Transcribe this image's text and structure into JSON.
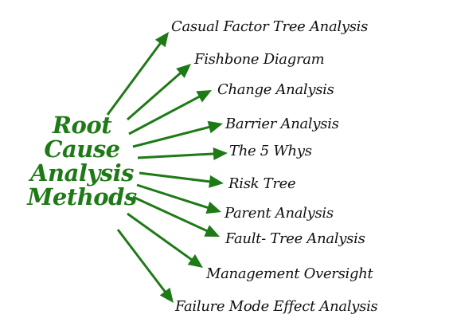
{
  "center": {
    "lines": [
      "Root",
      "Cause",
      "Analysis",
      "Methods"
    ],
    "color": "#1e7a16"
  },
  "methods": [
    "Casual Factor Tree Analysis",
    "Fishbone Diagram",
    "Change Analysis",
    "Barrier Analysis",
    "The 5 Whys",
    "Risk Tree",
    "Parent Analysis",
    "Fault- Tree  Analysis",
    "Management Oversight",
    "Failure Mode Effect Analysis"
  ],
  "arrow_color": "#1e7a16",
  "text_color": "#111111"
}
